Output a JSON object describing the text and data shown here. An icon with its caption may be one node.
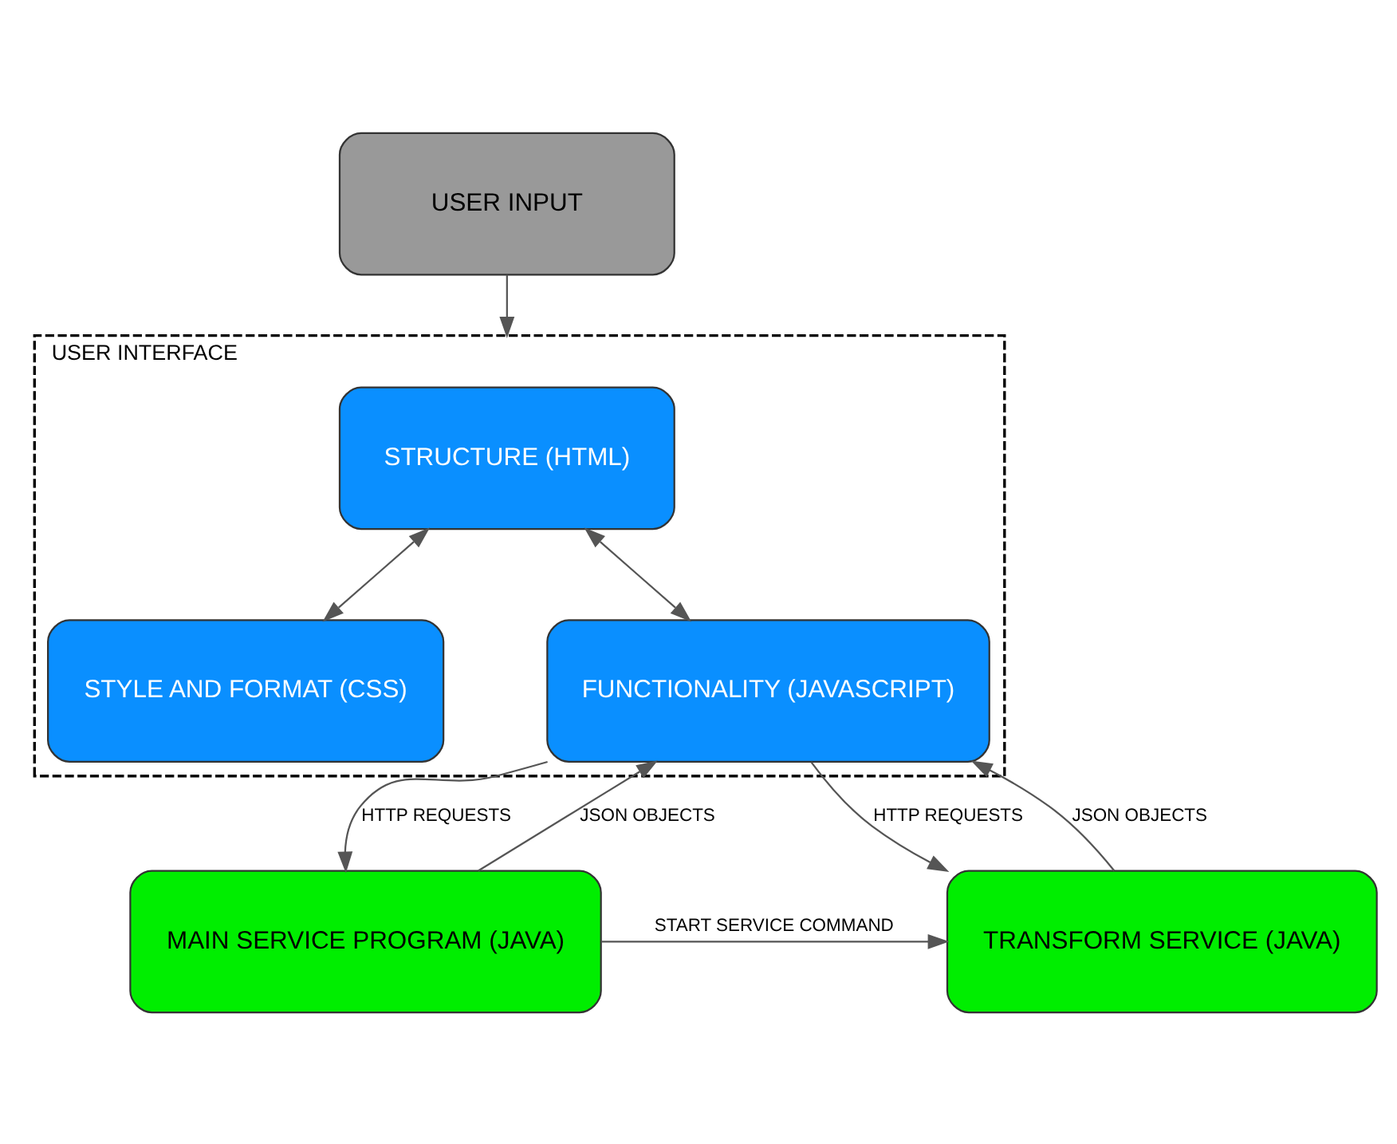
{
  "diagram": {
    "nodes": [
      {
        "text": [
          "USER INPUT"
        ]
      },
      {
        "text": [
          "USER INTERFACE"
        ]
      },
      {
        "text": [
          "STRUCTURE (HTML)"
        ],
        "in": 1
      },
      {
        "text": [
          "STYLE AND FORMAT (CSS)"
        ],
        "in": 1
      },
      {
        "text": [
          "FUNCTIONALITY (JAVASCRIPT)"
        ],
        "in": 1
      },
      {
        "text": [
          "TRANSFORM SERVICE (JAVA)"
        ]
      },
      {
        "text": [
          "MAIN SERVICE PROGRAM (JAVA)"
        ]
      }
    ],
    "edges": [
      {
        "from": 0,
        "to": 1,
        "arrow": "to"
      },
      {
        "from": 2,
        "to": 3,
        "arrow": "both"
      },
      {
        "from": 2,
        "to": 4,
        "arrow": "both"
      },
      {
        "from": 5,
        "to": 4,
        "arrow": "to",
        "label": "JSON OBJECTS"
      },
      {
        "from": 4,
        "to": 5,
        "arrow": "to",
        "label": "HTTP REQUESTS"
      },
      {
        "from": 4,
        "to": 6,
        "arrow": "to",
        "label": "HTTP REQUESTS"
      },
      {
        "from": 6,
        "to": 4,
        "arrow": "to",
        "label": "JSON OBJECTS"
      },
      {
        "from": 6,
        "to": 5,
        "arrow": "to",
        "label": "START SERVICE COMMAND"
      }
    ]
  }
}
